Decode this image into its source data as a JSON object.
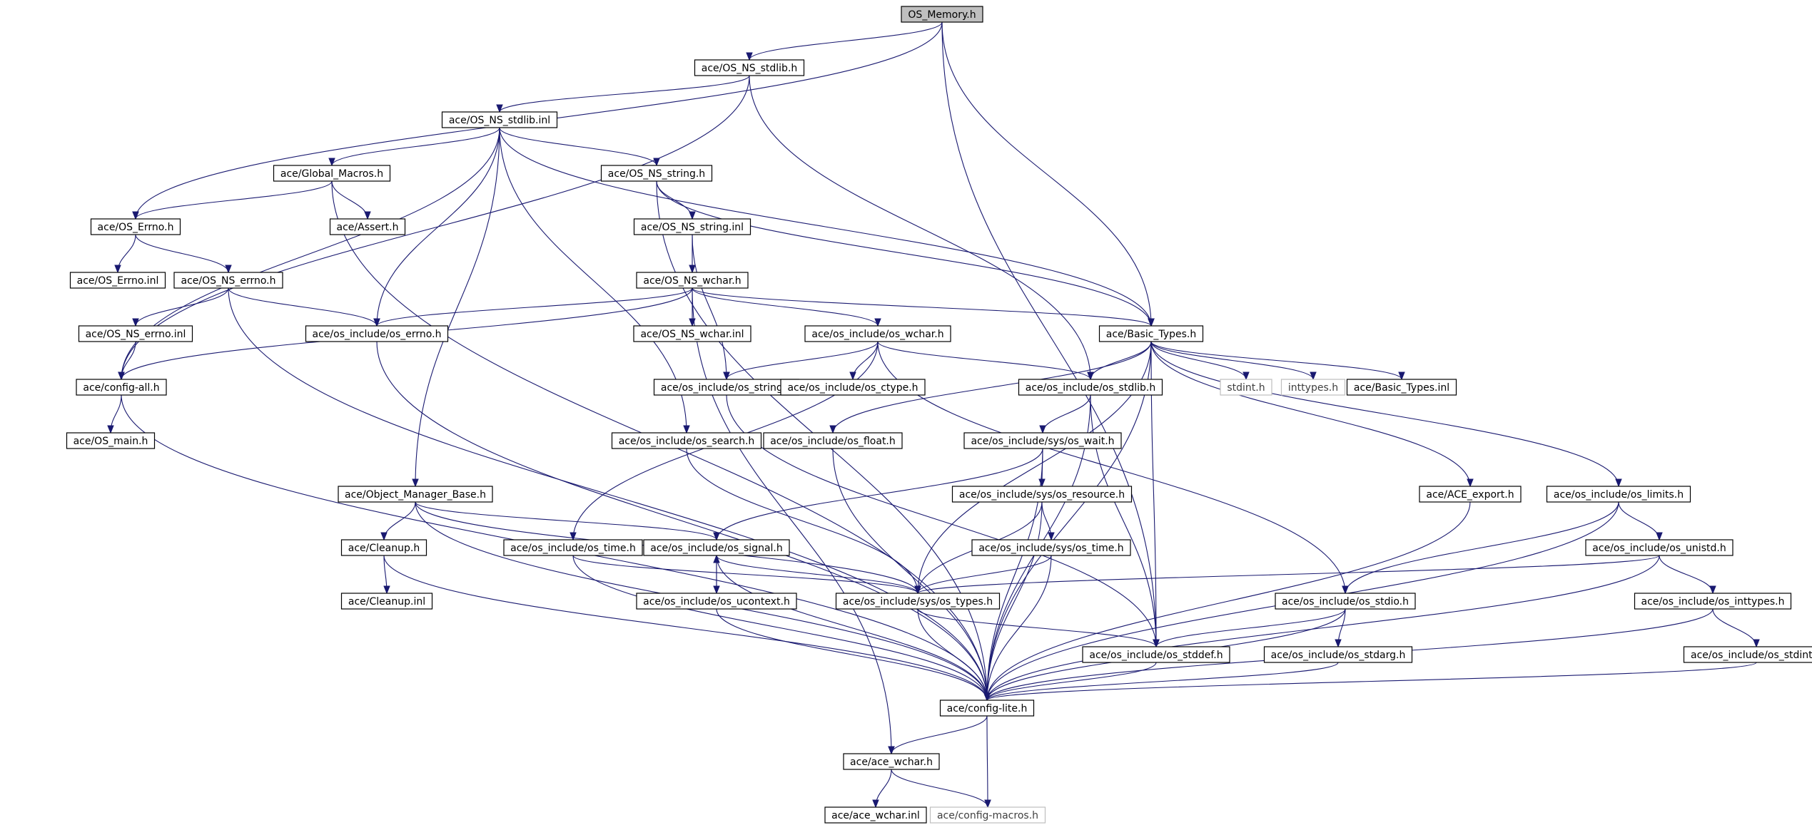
{
  "graph": {
    "edge_color": "#191970",
    "root_fill": "#bfbfbf",
    "nodes": [
      {
        "id": "os_memory",
        "label": "OS_Memory.h",
        "root": true
      },
      {
        "id": "ns_stdlib_h",
        "label": "ace/OS_NS_stdlib.h"
      },
      {
        "id": "ns_stdlib_inl",
        "label": "ace/OS_NS_stdlib.inl"
      },
      {
        "id": "global_macros",
        "label": "ace/Global_Macros.h"
      },
      {
        "id": "ns_string_h",
        "label": "ace/OS_NS_string.h"
      },
      {
        "id": "os_errno_h",
        "label": "ace/OS_Errno.h"
      },
      {
        "id": "assert_h",
        "label": "ace/Assert.h"
      },
      {
        "id": "ns_string_inl",
        "label": "ace/OS_NS_string.inl"
      },
      {
        "id": "os_errno_inl",
        "label": "ace/OS_Errno.inl"
      },
      {
        "id": "ns_errno_h",
        "label": "ace/OS_NS_errno.h"
      },
      {
        "id": "ns_wchar_h",
        "label": "ace/OS_NS_wchar.h"
      },
      {
        "id": "ns_errno_inl",
        "label": "ace/OS_NS_errno.inl"
      },
      {
        "id": "osi_errno",
        "label": "ace/os_include/os_errno.h"
      },
      {
        "id": "ns_wchar_inl",
        "label": "ace/OS_NS_wchar.inl"
      },
      {
        "id": "osi_wchar",
        "label": "ace/os_include/os_wchar.h"
      },
      {
        "id": "basic_types_h",
        "label": "ace/Basic_Types.h"
      },
      {
        "id": "config_all",
        "label": "ace/config-all.h"
      },
      {
        "id": "osi_string",
        "label": "ace/os_include/os_string.h"
      },
      {
        "id": "osi_ctype",
        "label": "ace/os_include/os_ctype.h"
      },
      {
        "id": "osi_stdlib",
        "label": "ace/os_include/os_stdlib.h"
      },
      {
        "id": "stdint_h",
        "label": "stdint.h",
        "missing": true
      },
      {
        "id": "inttypes_h",
        "label": "inttypes.h",
        "missing": true
      },
      {
        "id": "basic_types_inl",
        "label": "ace/Basic_Types.inl"
      },
      {
        "id": "os_main",
        "label": "ace/OS_main.h"
      },
      {
        "id": "osi_search",
        "label": "ace/os_include/os_search.h"
      },
      {
        "id": "osi_float",
        "label": "ace/os_include/os_float.h"
      },
      {
        "id": "osi_sys_wait",
        "label": "ace/os_include/sys/os_wait.h"
      },
      {
        "id": "object_manager_base",
        "label": "ace/Object_Manager_Base.h"
      },
      {
        "id": "osi_sys_resource",
        "label": "ace/os_include/sys/os_resource.h"
      },
      {
        "id": "ace_export",
        "label": "ace/ACE_export.h"
      },
      {
        "id": "osi_limits",
        "label": "ace/os_include/os_limits.h"
      },
      {
        "id": "cleanup_h",
        "label": "ace/Cleanup.h"
      },
      {
        "id": "osi_time",
        "label": "ace/os_include/os_time.h"
      },
      {
        "id": "osi_signal",
        "label": "ace/os_include/os_signal.h"
      },
      {
        "id": "osi_sys_time",
        "label": "ace/os_include/sys/os_time.h"
      },
      {
        "id": "osi_unistd",
        "label": "ace/os_include/os_unistd.h"
      },
      {
        "id": "cleanup_inl",
        "label": "ace/Cleanup.inl"
      },
      {
        "id": "osi_ucontext",
        "label": "ace/os_include/os_ucontext.h"
      },
      {
        "id": "osi_sys_types",
        "label": "ace/os_include/sys/os_types.h"
      },
      {
        "id": "osi_stdio",
        "label": "ace/os_include/os_stdio.h"
      },
      {
        "id": "osi_inttypes",
        "label": "ace/os_include/os_inttypes.h"
      },
      {
        "id": "osi_stddef",
        "label": "ace/os_include/os_stddef.h"
      },
      {
        "id": "osi_stdarg",
        "label": "ace/os_include/os_stdarg.h"
      },
      {
        "id": "osi_stdint",
        "label": "ace/os_include/os_stdint.h"
      },
      {
        "id": "config_lite",
        "label": "ace/config-lite.h"
      },
      {
        "id": "ace_wchar_h",
        "label": "ace/ace_wchar.h"
      },
      {
        "id": "ace_wchar_inl",
        "label": "ace/ace_wchar.inl"
      },
      {
        "id": "config_macros",
        "label": "ace/config-macros.h",
        "missing": true
      }
    ],
    "edges": [
      [
        "os_memory",
        "ns_stdlib_h"
      ],
      [
        "os_memory",
        "os_errno_h"
      ],
      [
        "os_memory",
        "basic_types_h"
      ],
      [
        "os_memory",
        "osi_stddef"
      ],
      [
        "ns_stdlib_h",
        "ns_stdlib_inl"
      ],
      [
        "ns_stdlib_h",
        "config_all"
      ],
      [
        "ns_stdlib_h",
        "osi_stdlib"
      ],
      [
        "ns_stdlib_inl",
        "global_macros"
      ],
      [
        "ns_stdlib_inl",
        "ns_string_h"
      ],
      [
        "ns_stdlib_inl",
        "config_all"
      ],
      [
        "ns_stdlib_inl",
        "osi_errno"
      ],
      [
        "ns_stdlib_inl",
        "object_manager_base"
      ],
      [
        "ns_stdlib_inl",
        "osi_search"
      ],
      [
        "ns_stdlib_inl",
        "basic_types_h"
      ],
      [
        "global_macros",
        "os_errno_h"
      ],
      [
        "global_macros",
        "assert_h"
      ],
      [
        "global_macros",
        "config_lite"
      ],
      [
        "ns_string_h",
        "ns_string_inl"
      ],
      [
        "ns_string_h",
        "basic_types_h"
      ],
      [
        "ns_string_h",
        "config_lite"
      ],
      [
        "os_errno_h",
        "os_errno_inl"
      ],
      [
        "os_errno_h",
        "ns_errno_h"
      ],
      [
        "ns_string_inl",
        "ns_wchar_h"
      ],
      [
        "ns_string_inl",
        "osi_string"
      ],
      [
        "ns_errno_h",
        "ns_errno_inl"
      ],
      [
        "ns_errno_h",
        "osi_errno"
      ],
      [
        "ns_errno_h",
        "config_lite"
      ],
      [
        "ns_wchar_h",
        "osi_errno"
      ],
      [
        "ns_wchar_h",
        "ns_wchar_inl"
      ],
      [
        "ns_wchar_h",
        "osi_wchar"
      ],
      [
        "ns_wchar_h",
        "basic_types_h"
      ],
      [
        "ns_wchar_h",
        "config_all"
      ],
      [
        "ns_wchar_h",
        "ace_wchar_h"
      ],
      [
        "ns_errno_inl",
        "config_all"
      ],
      [
        "osi_errno",
        "config_lite"
      ],
      [
        "osi_wchar",
        "osi_string"
      ],
      [
        "osi_wchar",
        "osi_ctype"
      ],
      [
        "osi_wchar",
        "osi_stdlib"
      ],
      [
        "osi_wchar",
        "osi_time"
      ],
      [
        "osi_wchar",
        "osi_stdio"
      ],
      [
        "basic_types_h",
        "osi_stdlib"
      ],
      [
        "basic_types_h",
        "stdint_h"
      ],
      [
        "basic_types_h",
        "inttypes_h"
      ],
      [
        "basic_types_h",
        "basic_types_inl"
      ],
      [
        "basic_types_h",
        "osi_float"
      ],
      [
        "basic_types_h",
        "ace_export"
      ],
      [
        "basic_types_h",
        "osi_limits"
      ],
      [
        "basic_types_h",
        "osi_sys_types"
      ],
      [
        "basic_types_h",
        "osi_stddef"
      ],
      [
        "basic_types_h",
        "config_lite"
      ],
      [
        "config_all",
        "os_main"
      ],
      [
        "config_all",
        "config_lite"
      ],
      [
        "osi_string",
        "osi_stddef"
      ],
      [
        "osi_stdlib",
        "osi_sys_wait"
      ],
      [
        "osi_stdlib",
        "osi_stddef"
      ],
      [
        "osi_stdlib",
        "config_lite"
      ],
      [
        "osi_search",
        "osi_sys_types"
      ],
      [
        "osi_float",
        "config_lite"
      ],
      [
        "osi_sys_wait",
        "osi_sys_resource"
      ],
      [
        "osi_sys_wait",
        "osi_signal"
      ],
      [
        "osi_sys_wait",
        "config_lite"
      ],
      [
        "object_manager_base",
        "cleanup_h"
      ],
      [
        "object_manager_base",
        "osi_signal"
      ],
      [
        "object_manager_base",
        "osi_sys_types"
      ],
      [
        "object_manager_base",
        "config_lite"
      ],
      [
        "osi_sys_resource",
        "osi_sys_time"
      ],
      [
        "osi_sys_resource",
        "osi_sys_types"
      ],
      [
        "osi_sys_resource",
        "config_lite"
      ],
      [
        "ace_export",
        "config_lite"
      ],
      [
        "osi_limits",
        "osi_unistd"
      ],
      [
        "osi_limits",
        "osi_stdio"
      ],
      [
        "osi_limits",
        "config_lite"
      ],
      [
        "cleanup_h",
        "cleanup_inl"
      ],
      [
        "cleanup_h",
        "config_lite"
      ],
      [
        "osi_time",
        "osi_sys_types"
      ],
      [
        "osi_time",
        "config_lite"
      ],
      [
        "osi_signal",
        "osi_ucontext"
      ],
      [
        "osi_signal",
        "osi_sys_types"
      ],
      [
        "osi_signal",
        "config_lite"
      ],
      [
        "osi_ucontext",
        "osi_signal"
      ],
      [
        "osi_ucontext",
        "config_lite"
      ],
      [
        "osi_sys_time",
        "osi_sys_types"
      ],
      [
        "osi_sys_time",
        "config_lite"
      ],
      [
        "osi_unistd",
        "osi_sys_types"
      ],
      [
        "osi_unistd",
        "osi_inttypes"
      ],
      [
        "osi_unistd",
        "config_lite"
      ],
      [
        "osi_sys_types",
        "osi_stddef"
      ],
      [
        "osi_sys_types",
        "config_lite"
      ],
      [
        "osi_stdio",
        "osi_stddef"
      ],
      [
        "osi_stdio",
        "osi_stdarg"
      ],
      [
        "osi_stdio",
        "config_lite"
      ],
      [
        "osi_inttypes",
        "osi_stdint"
      ],
      [
        "osi_inttypes",
        "config_lite"
      ],
      [
        "osi_stddef",
        "config_lite"
      ],
      [
        "osi_stdarg",
        "config_lite"
      ],
      [
        "osi_stdint",
        "config_lite"
      ],
      [
        "config_lite",
        "ace_wchar_h"
      ],
      [
        "config_lite",
        "config_macros"
      ],
      [
        "ace_wchar_h",
        "ace_wchar_inl"
      ],
      [
        "ace_wchar_h",
        "config_macros"
      ]
    ]
  }
}
